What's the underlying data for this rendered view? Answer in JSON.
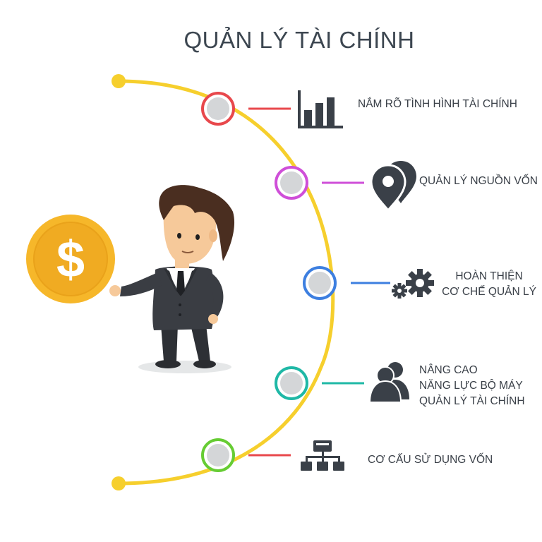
{
  "title": "QUẢN LÝ TÀI CHÍNH",
  "items": [
    {
      "lines": [
        "NẮM RÕ TÌNH HÌNH TÀI CHÍNH"
      ],
      "icon": "bar-chart-icon",
      "color": "#e8484c"
    },
    {
      "lines": [
        "QUẢN LÝ NGUỒN VỐN"
      ],
      "icon": "location-pins-icon",
      "color": "#cf4fd8"
    },
    {
      "lines": [
        "HOÀN THIỆN",
        "CƠ CHẾ QUẢN LÝ"
      ],
      "icon": "gears-icon",
      "color": "#3d7fe0"
    },
    {
      "lines": [
        "NÂNG CAO",
        "NĂNG LỰC BỘ MÁY",
        "QUẢN LÝ TÀI CHÍNH"
      ],
      "icon": "users-icon",
      "color": "#1fb8a6"
    },
    {
      "lines": [
        "CƠ CẤU SỬ DỤNG VỐN"
      ],
      "icon": "org-chart-icon",
      "color": "#e8484c"
    }
  ],
  "arc_color": "#f6cf2d",
  "coin_symbol": "$",
  "coin_color": "#e9a21a"
}
